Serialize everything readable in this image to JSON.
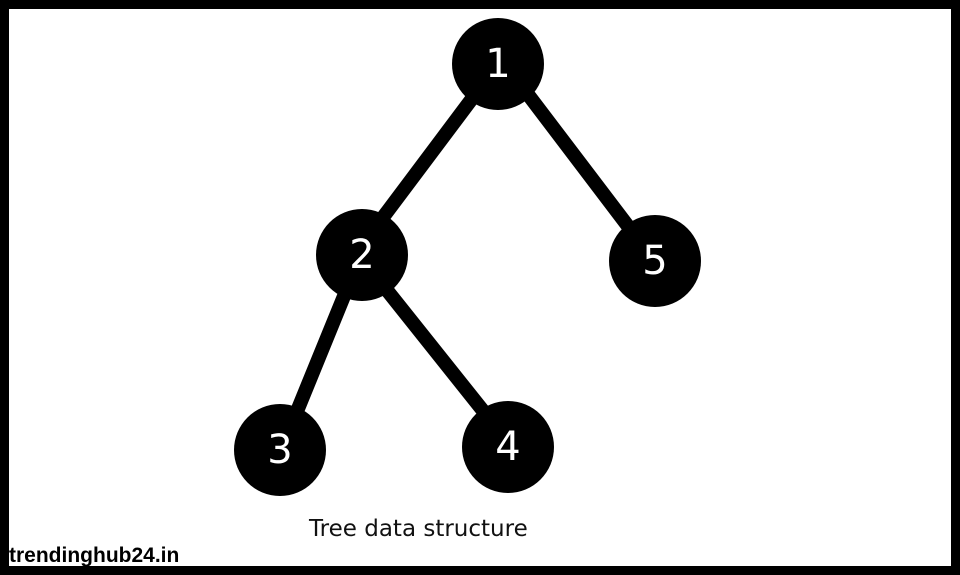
{
  "diagram": {
    "caption": "Tree data structure",
    "watermark": "trendinghub24.in",
    "node_color": "#000000",
    "node_text_color": "#ffffff",
    "edge_color": "#000000",
    "nodes": [
      {
        "id": "n1",
        "label": "1"
      },
      {
        "id": "n2",
        "label": "2"
      },
      {
        "id": "n5",
        "label": "5"
      },
      {
        "id": "n3",
        "label": "3"
      },
      {
        "id": "n4",
        "label": "4"
      }
    ],
    "edges": [
      {
        "from": "1",
        "to": "2"
      },
      {
        "from": "1",
        "to": "5"
      },
      {
        "from": "2",
        "to": "3"
      },
      {
        "from": "2",
        "to": "4"
      }
    ]
  }
}
